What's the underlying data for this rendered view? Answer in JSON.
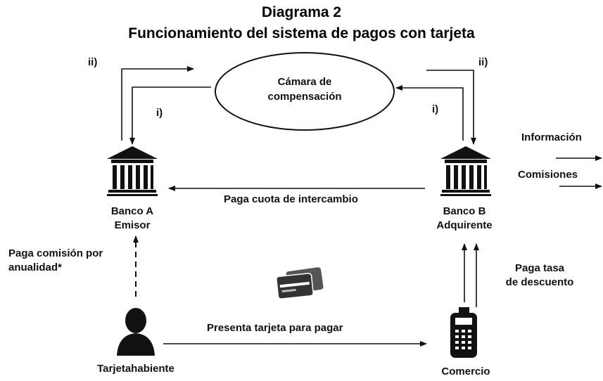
{
  "title": "Diagrama 2",
  "subtitle": "Funcionamiento del sistema de pagos con tarjeta",
  "clearing_house": {
    "line1": "Cámara de",
    "line2": "compensación"
  },
  "bank_a": {
    "line1": "Banco A",
    "line2": "Emisor",
    "icon": "bank-icon"
  },
  "bank_b": {
    "line1": "Banco B",
    "line2": "Adquirente",
    "icon": "bank-icon"
  },
  "cardholder": {
    "label": "Tarjetahabiente",
    "icon": "person-icon"
  },
  "merchant": {
    "label": "Comercio",
    "icon": "card-terminal-icon"
  },
  "cards_icon": "credit-cards-icon",
  "flows": {
    "interchange": "Paga cuota de intercambio",
    "annual_fee_line1": "Paga comisión por",
    "annual_fee_line2": "anualidad*",
    "present_card": "Presenta tarjeta para pagar",
    "discount_line1": "Paga tasa",
    "discount_line2": "de descuento",
    "left_ii": "ii)",
    "left_i": "i)",
    "right_ii": "ii)",
    "right_i": "i)"
  },
  "legend": {
    "info": "Información",
    "fees": "Comisiones"
  }
}
